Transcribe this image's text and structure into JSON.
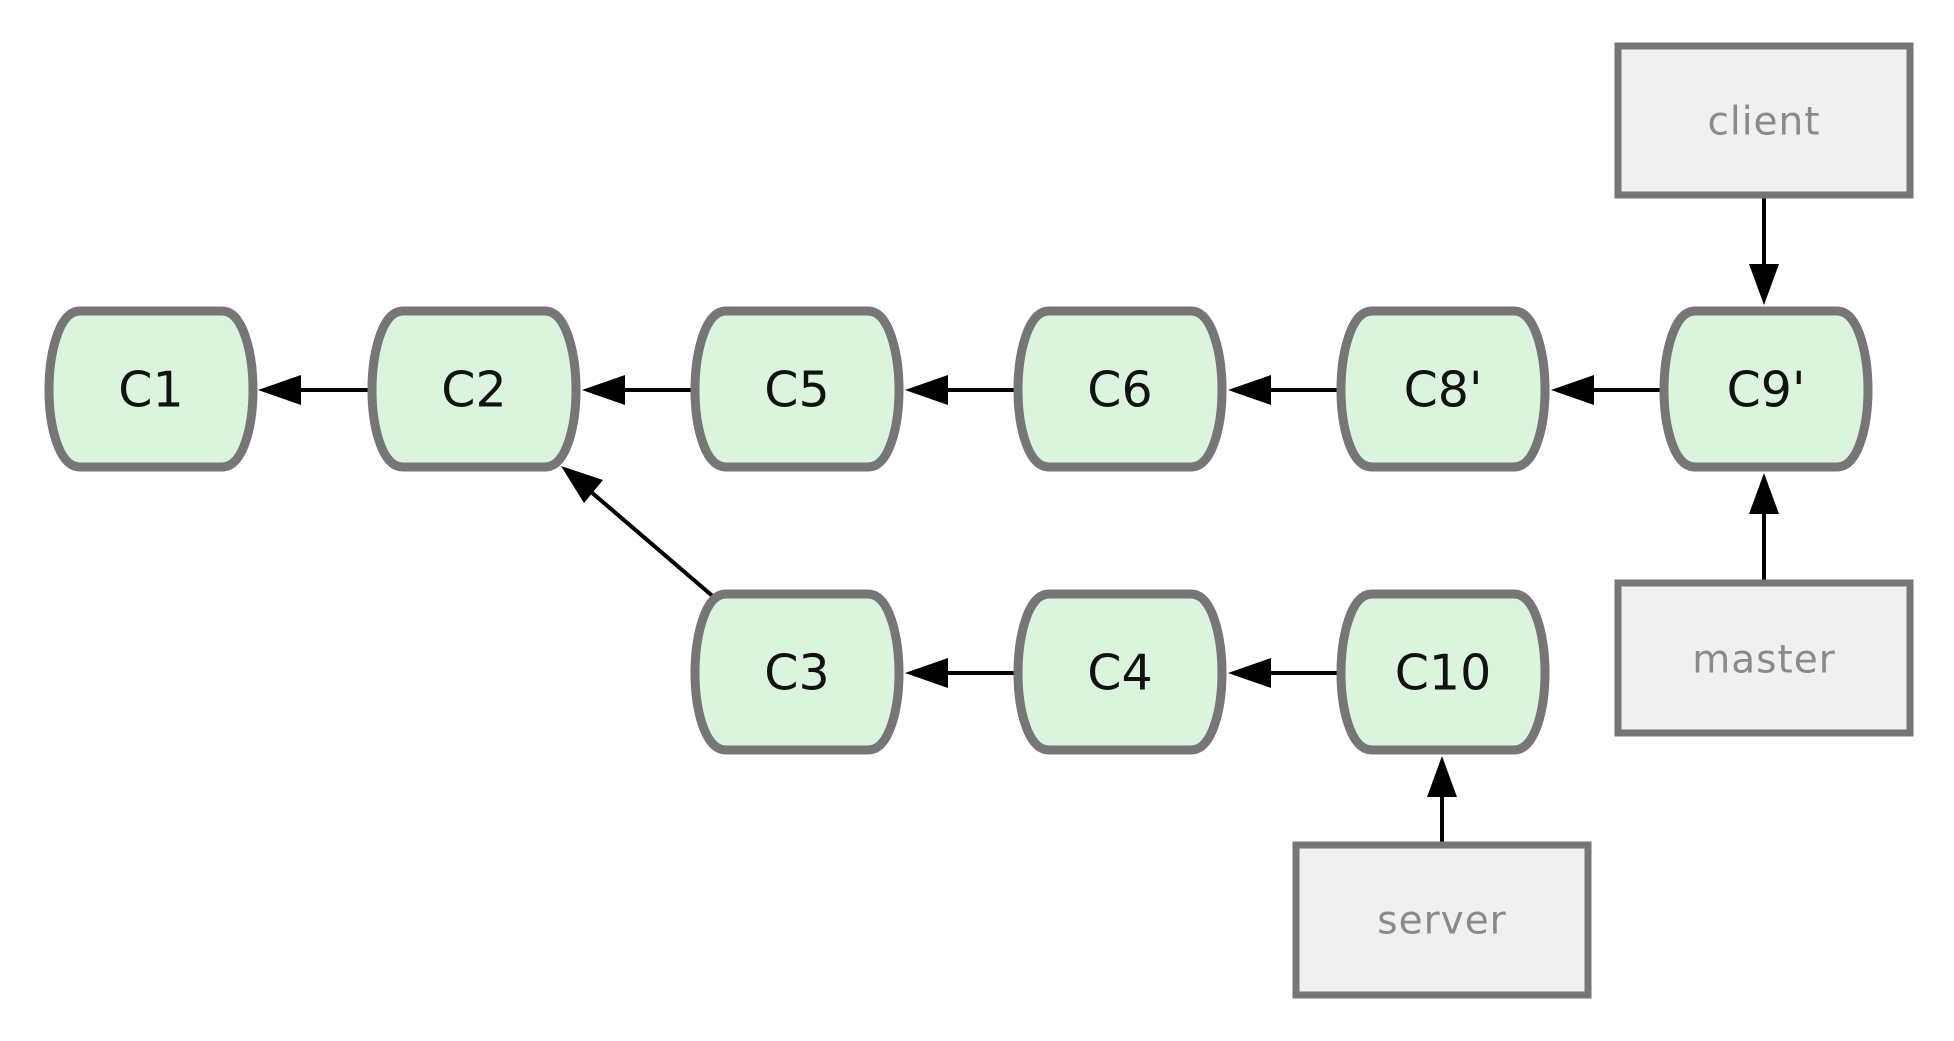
{
  "commits": [
    {
      "id": "c1",
      "label": "C1"
    },
    {
      "id": "c2",
      "label": "C2"
    },
    {
      "id": "c5",
      "label": "C5"
    },
    {
      "id": "c6",
      "label": "C6"
    },
    {
      "id": "c8p",
      "label": "C8'"
    },
    {
      "id": "c9p",
      "label": "C9'"
    },
    {
      "id": "c3",
      "label": "C3"
    },
    {
      "id": "c4",
      "label": "C4"
    },
    {
      "id": "c10",
      "label": "C10"
    }
  ],
  "branches": [
    {
      "id": "client",
      "label": "client",
      "points_to": "C9'"
    },
    {
      "id": "master",
      "label": "master",
      "points_to": "C9'"
    },
    {
      "id": "server",
      "label": "server",
      "points_to": "C10"
    }
  ],
  "parent_links": [
    {
      "from": "C2",
      "to": "C1"
    },
    {
      "from": "C5",
      "to": "C2"
    },
    {
      "from": "C6",
      "to": "C5"
    },
    {
      "from": "C8'",
      "to": "C6"
    },
    {
      "from": "C9'",
      "to": "C8'"
    },
    {
      "from": "C3",
      "to": "C2"
    },
    {
      "from": "C4",
      "to": "C3"
    },
    {
      "from": "C10",
      "to": "C4"
    }
  ],
  "colors": {
    "commit_fill": "#daf4de",
    "commit_stroke": "#767676",
    "branch_fill": "#f0f0f0",
    "branch_text": "#8a8a8a",
    "arrow": "#000000"
  }
}
